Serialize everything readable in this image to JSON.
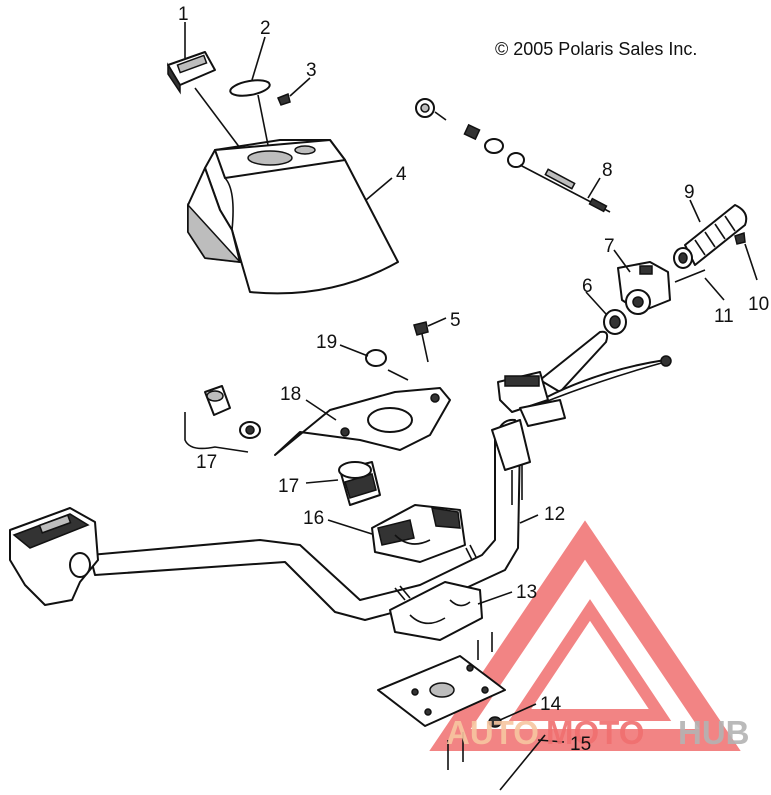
{
  "copyright": "© 2005 Polaris Sales Inc.",
  "watermark": {
    "part1": "AUTO",
    "part2": "MOTO",
    "part3": "HUB",
    "color_light": "#f7c6a0",
    "color_red": "#f06f6f",
    "color_gray": "#b3b3b3"
  },
  "callouts": [
    {
      "id": "c1",
      "text": "1"
    },
    {
      "id": "c2",
      "text": "2"
    },
    {
      "id": "c3",
      "text": "3"
    },
    {
      "id": "c4",
      "text": "4"
    },
    {
      "id": "c5",
      "text": "5"
    },
    {
      "id": "c6",
      "text": "6"
    },
    {
      "id": "c7",
      "text": "7"
    },
    {
      "id": "c8",
      "text": "8"
    },
    {
      "id": "c9",
      "text": "9"
    },
    {
      "id": "c10",
      "text": "10"
    },
    {
      "id": "c11",
      "text": "11"
    },
    {
      "id": "c12",
      "text": "12"
    },
    {
      "id": "c13",
      "text": "13"
    },
    {
      "id": "c14",
      "text": "14"
    },
    {
      "id": "c15",
      "text": "15"
    },
    {
      "id": "c16",
      "text": "16"
    },
    {
      "id": "c17a",
      "text": "17"
    },
    {
      "id": "c17b",
      "text": "17"
    },
    {
      "id": "c18",
      "text": "18"
    },
    {
      "id": "c19",
      "text": "19"
    }
  ]
}
